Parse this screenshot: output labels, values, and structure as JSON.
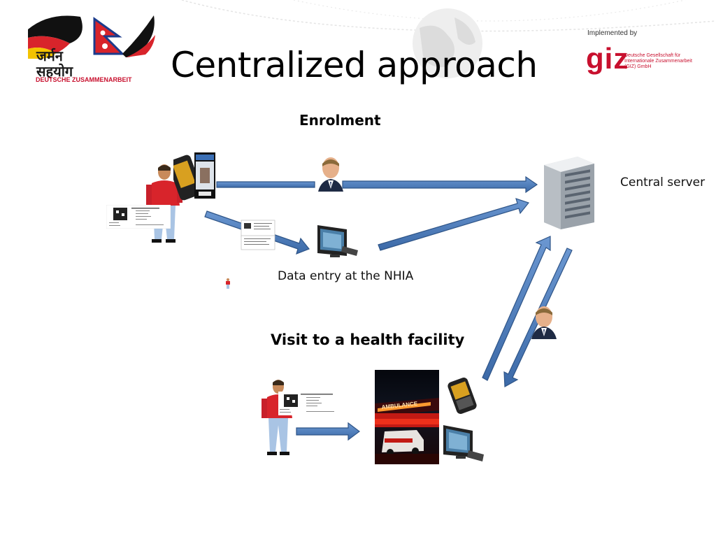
{
  "title": "Centralized approach",
  "logo": {
    "line1": "जर्मन",
    "line2": "सहयोग",
    "line3": "DEUTSCHE ZUSAMMENARBEIT"
  },
  "giz": {
    "implemented_by": "Implemented by",
    "wordmark": "giz",
    "subtitle": "Deutsche Gesellschaft für Internationale Zusammenarbeit (GIZ) GmbH"
  },
  "labels": {
    "enrolment": "Enrolment",
    "central_server": "Central server",
    "data_entry": "Data entry at the NHIA",
    "visit": "Visit to a health facility",
    "ambulance": "AMBULANCE"
  },
  "colors": {
    "arrow": "#4a7ab8",
    "arrow_stroke": "#2e5487",
    "giz_red": "#c8102e",
    "flag_red": "#d8242b"
  }
}
